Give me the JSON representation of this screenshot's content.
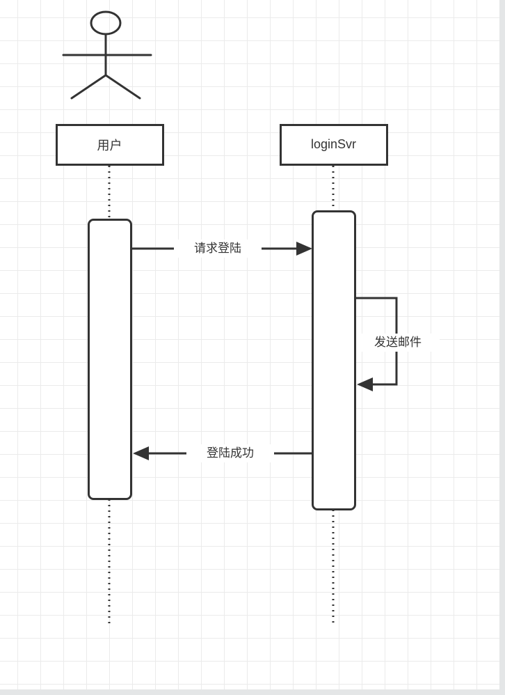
{
  "canvas": {
    "background": "#ffffff",
    "grid_color": "#ebebeb",
    "stroke_color": "#333333"
  },
  "lifelines": [
    {
      "label": "用户",
      "type": "actor"
    },
    {
      "label": "loginSvr",
      "type": "object"
    }
  ],
  "messages": [
    {
      "label": "请求登陆",
      "from": "用户",
      "to": "loginSvr",
      "kind": "sync"
    },
    {
      "label": "发送邮件",
      "from": "loginSvr",
      "to": "loginSvr",
      "kind": "self"
    },
    {
      "label": "登陆成功",
      "from": "loginSvr",
      "to": "用户",
      "kind": "return"
    }
  ]
}
